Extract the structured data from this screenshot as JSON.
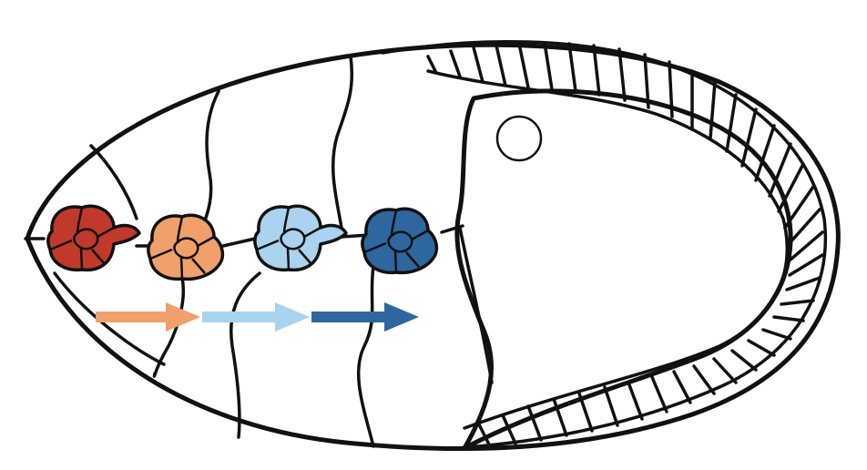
{
  "diagram": {
    "colors": {
      "background": "#ffffff",
      "outline": "#111111",
      "cluster_1": "#c0392b",
      "cluster_2": "#f0a06a",
      "cluster_3": "#a9d3ee",
      "cluster_4": "#2e67a0",
      "arrow_1": "#f0a06a",
      "arrow_2": "#a9d3ee",
      "arrow_3": "#2e67a0"
    },
    "elements": {
      "egg_chamber": "egg-chamber-outline",
      "oocyte": "oocyte",
      "oocyte_nucleus": "oocyte-nucleus",
      "follicle_epithelium": "follicle-cell-layer",
      "border_cell_clusters": [
        "border-cell-cluster-1",
        "border-cell-cluster-2",
        "border-cell-cluster-3",
        "border-cell-cluster-4"
      ],
      "migration_arrows": [
        "migration-arrow-1",
        "migration-arrow-2",
        "migration-arrow-3"
      ]
    }
  }
}
